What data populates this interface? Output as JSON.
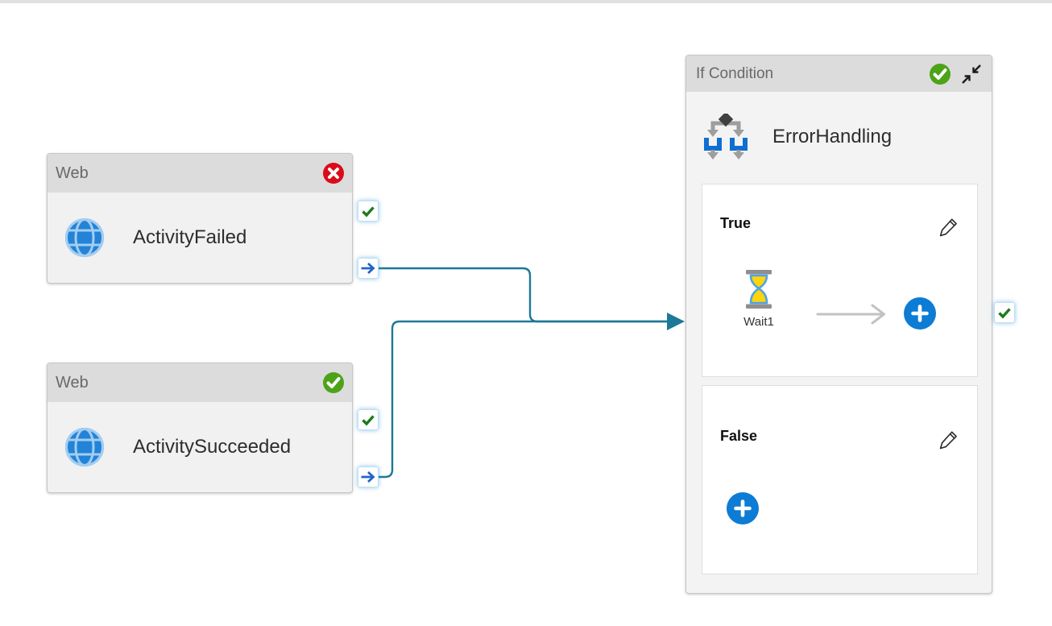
{
  "canvas": {
    "background": "#ffffff",
    "top_bar_color": "#e0e0e0"
  },
  "colors": {
    "accent_blue": "#0c7cd5",
    "connector_teal": "#1e7898",
    "success_green": "#4ca317",
    "error_red": "#db0b17",
    "port_check_green": "#1a7c1a",
    "port_arrow_blue": "#2264c6",
    "header_gray": "#dcdcdc",
    "node_body_gray": "#f1f1f1",
    "if_body_gray": "#f3f3f3",
    "globe_blue": "#2383d6",
    "hourglass_sand_yellow": "#ffd40a"
  },
  "nodes": {
    "activity_failed": {
      "type_label": "Web",
      "name": "ActivityFailed",
      "status": "error",
      "type_icon": "globe-icon",
      "status_icon": "error-badge-icon",
      "ports": [
        "success-check",
        "completion-arrow"
      ]
    },
    "activity_succeeded": {
      "type_label": "Web",
      "name": "ActivitySucceeded",
      "status": "success",
      "type_icon": "globe-icon",
      "status_icon": "success-badge-icon",
      "ports": [
        "success-check",
        "completion-arrow"
      ]
    },
    "if_condition": {
      "type_label": "If Condition",
      "name": "ErrorHandling",
      "status": "success",
      "type_icon": "if-condition-icon",
      "status_icon": "success-badge-icon",
      "ports": [
        "success-check"
      ],
      "true_branch": {
        "label": "True",
        "activities": [
          {
            "name": "Wait1",
            "icon": "hourglass-icon"
          }
        ],
        "has_add_button": true,
        "has_edit_button": true
      },
      "false_branch": {
        "label": "False",
        "activities": [],
        "has_add_button": true,
        "has_edit_button": true
      }
    }
  },
  "connections": [
    {
      "from": "ActivityFailed",
      "from_port": "completion-arrow",
      "to": "ErrorHandling"
    },
    {
      "from": "ActivitySucceeded",
      "from_port": "completion-arrow",
      "to": "ErrorHandling"
    }
  ]
}
